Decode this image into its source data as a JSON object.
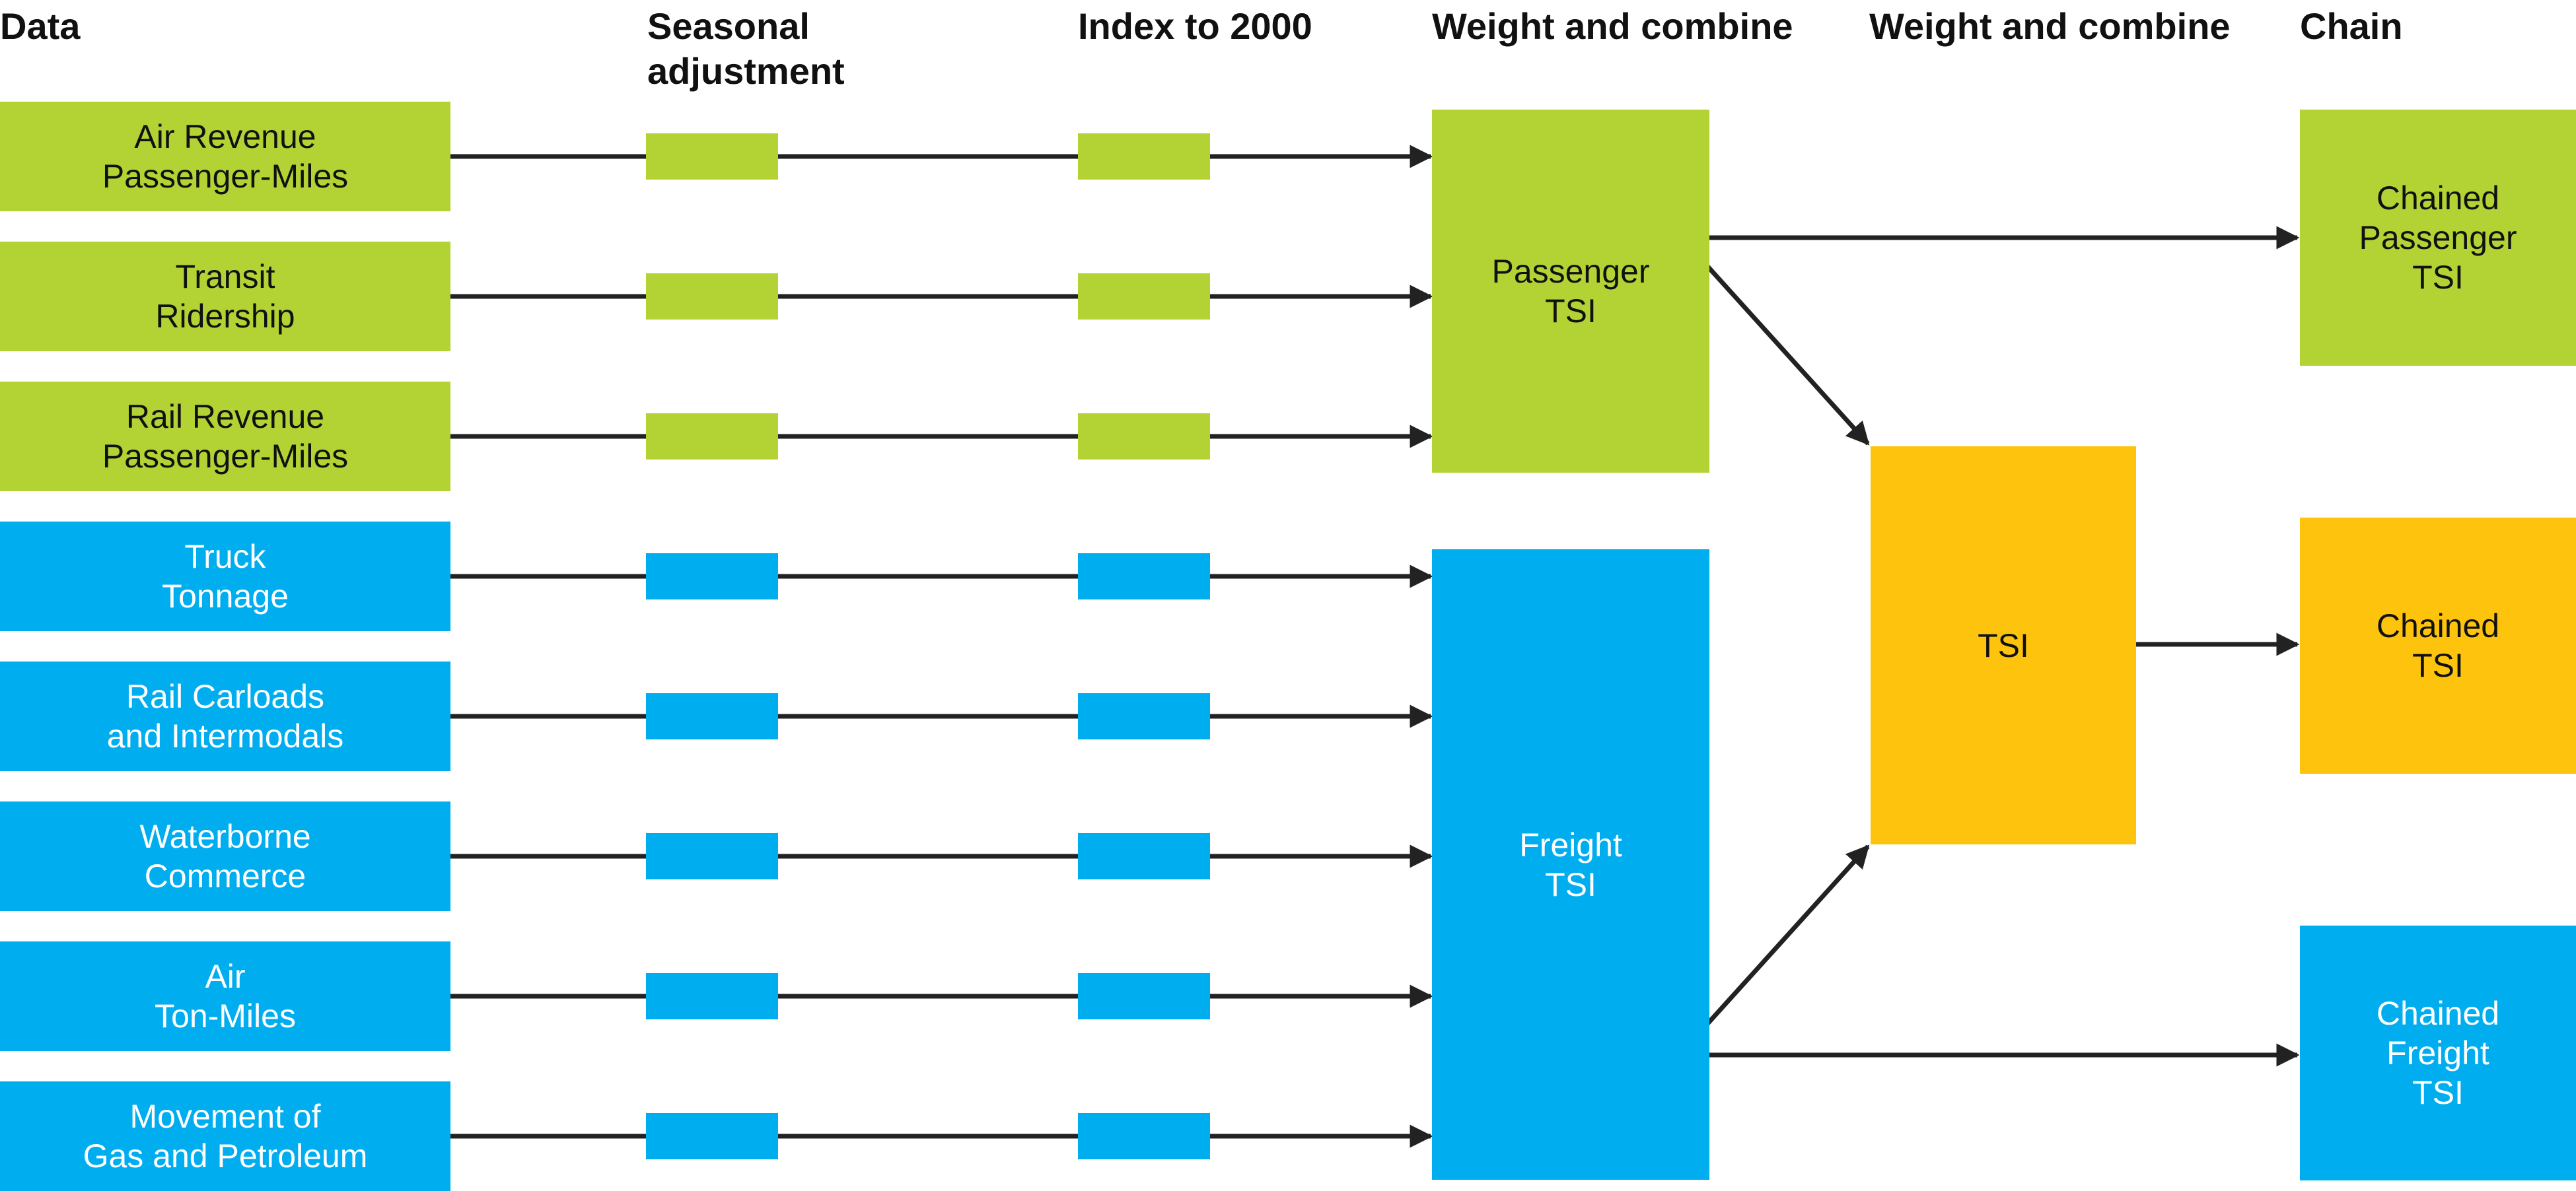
{
  "headers": {
    "data": "Data",
    "seasonal": "Seasonal\nadjustment",
    "index": "Index to 2000",
    "weight1": "Weight and combine",
    "weight2": "Weight and combine",
    "chain": "Chain"
  },
  "sources": [
    {
      "label": "Air Revenue\nPassenger-Miles",
      "group": "passenger"
    },
    {
      "label": "Transit\nRidership",
      "group": "passenger"
    },
    {
      "label": "Rail Revenue\nPassenger-Miles",
      "group": "passenger"
    },
    {
      "label": "Truck\nTonnage",
      "group": "freight"
    },
    {
      "label": "Rail Carloads\nand Intermodals",
      "group": "freight"
    },
    {
      "label": "Waterborne\nCommerce",
      "group": "freight"
    },
    {
      "label": "Air\nTon-Miles",
      "group": "freight"
    },
    {
      "label": "Movement of\nGas and Petroleum",
      "group": "freight"
    }
  ],
  "combined": {
    "passenger": "Passenger\nTSI",
    "freight": "Freight\nTSI",
    "total": "TSI"
  },
  "chained": {
    "passenger": "Chained\nPassenger\nTSI",
    "total": "Chained\nTSI",
    "freight": "Chained\nFreight\nTSI"
  },
  "colors": {
    "passenger": "#b3d335",
    "freight": "#00adef",
    "total": "#fec40d",
    "arrow": "#222222"
  }
}
